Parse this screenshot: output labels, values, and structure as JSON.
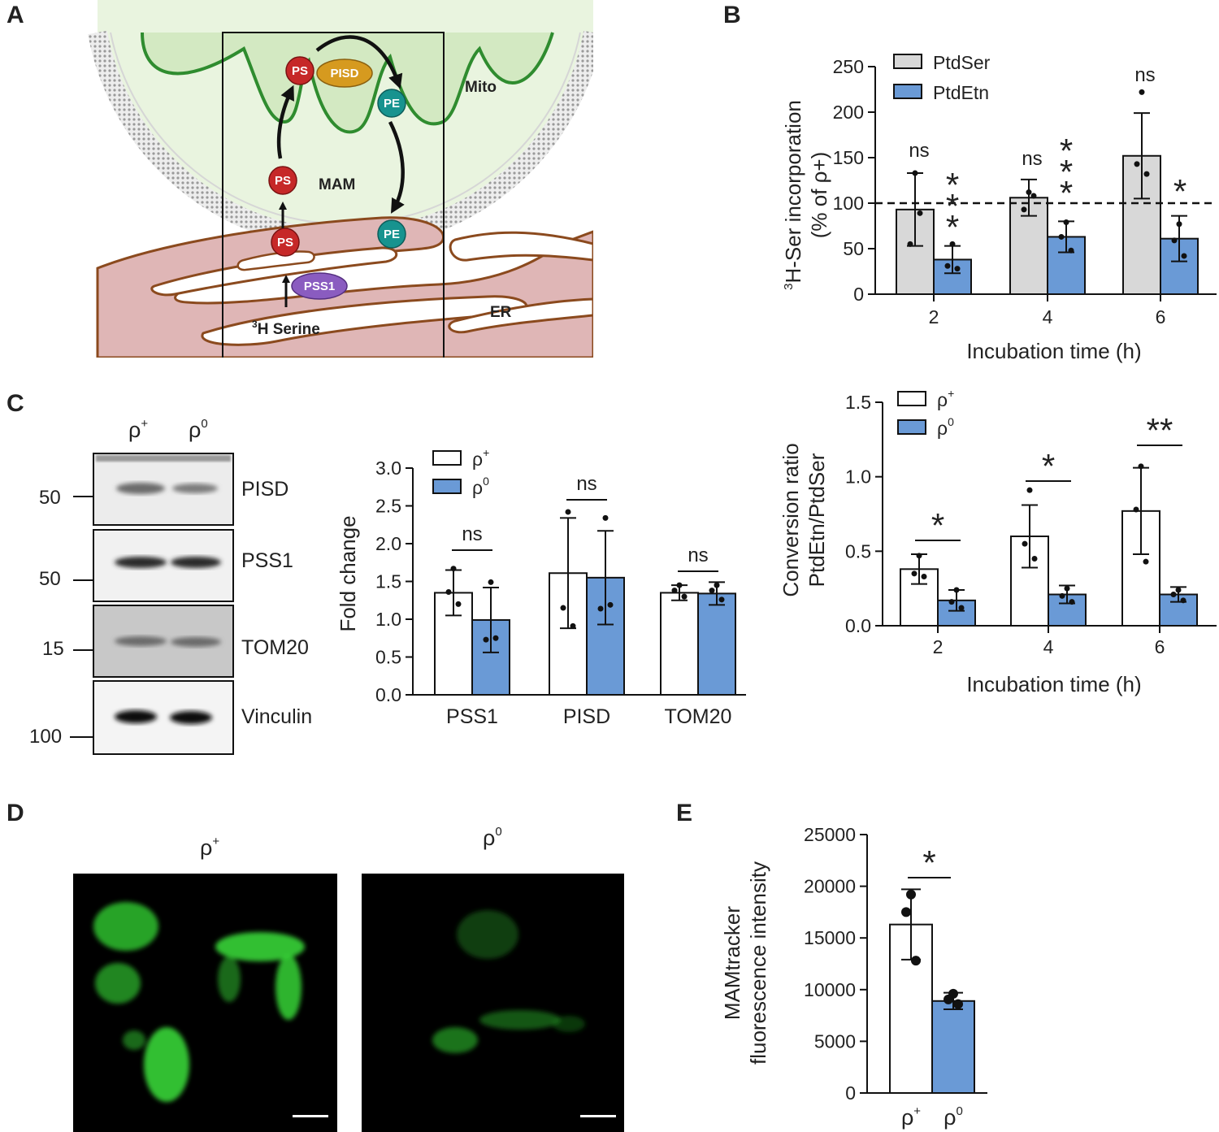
{
  "colors": {
    "rho_plus_fill": "#ffffff",
    "rho_zero_fill": "#6a9ad6",
    "ptdser_fill": "#d8d8d8",
    "ptdetn_fill": "#6a9ad6",
    "er_fill": "#dfb6b6",
    "er_outline": "#8b4a1e",
    "mito_fill": "#d8edc8",
    "mito_outline": "#2f8c2f",
    "ps_red": "#c62828",
    "pe_teal": "#17938f",
    "pisd_gold": "#d69a1f",
    "pss1_purple": "#8a5cc0",
    "confocal_green": "#3cd23c"
  },
  "panels": {
    "a": "A",
    "b": "B",
    "c": "C",
    "d": "D",
    "e": "E"
  },
  "diagram": {
    "ps": "PS",
    "pe": "PE",
    "pisd": "PISD",
    "pss1": "PSS1",
    "mito": "Mito",
    "mam": "MAM",
    "er": "ER",
    "serine_sup": "3",
    "serine": "H Serine"
  },
  "chart_data": [
    {
      "id": "B",
      "type": "bar",
      "categories": [
        "2",
        "4",
        "6"
      ],
      "xlabel": "Incubation time (h)",
      "ylabel_sup": "3",
      "ylabel_line1": "H-Ser incorporation",
      "ylabel_line2": "(% of ρ+)",
      "ylim": [
        0,
        250
      ],
      "yticks": [
        "0",
        "50",
        "100",
        "150",
        "200",
        "250"
      ],
      "reference_line": 100,
      "legend": [
        "PtdSer",
        "PtdEtn"
      ],
      "series": [
        {
          "name": "PtdSer",
          "values": [
            93,
            106,
            152
          ],
          "errors": [
            40,
            20,
            47
          ],
          "points": [
            [
              133,
              55,
              89
            ],
            [
              112,
              93,
              108
            ],
            [
              222,
              143,
              132
            ]
          ]
        },
        {
          "name": "PtdEtn",
          "values": [
            38,
            63,
            61
          ],
          "errors": [
            15,
            17,
            25
          ],
          "points": [
            [
              55,
              31,
              28
            ],
            [
              79,
              63,
              48
            ],
            [
              77,
              59,
              42
            ]
          ]
        }
      ],
      "significance_labels": [
        {
          "category": "2",
          "series": "PtdSer",
          "text": "ns"
        },
        {
          "category": "2",
          "series": "PtdEtn",
          "text": "***"
        },
        {
          "category": "4",
          "series": "PtdSer",
          "text": "ns"
        },
        {
          "category": "4",
          "series": "PtdEtn",
          "text": "***"
        },
        {
          "category": "6",
          "series": "PtdSer",
          "text": "ns"
        },
        {
          "category": "6",
          "series": "PtdEtn",
          "text": "*"
        }
      ]
    },
    {
      "id": "C-right",
      "type": "bar",
      "categories": [
        "2",
        "4",
        "6"
      ],
      "xlabel": "Incubation time (h)",
      "ylabel_line1": "Conversion ratio",
      "ylabel_line2": "PtdEtn/PtdSer",
      "ylim": [
        0,
        1.5
      ],
      "yticks": [
        "0.0",
        "0.5",
        "1.0",
        "1.5"
      ],
      "legend": [
        "ρ+",
        "ρ0"
      ],
      "series": [
        {
          "name": "ρ+",
          "values": [
            0.38,
            0.6,
            0.77
          ],
          "errors": [
            0.1,
            0.21,
            0.29
          ],
          "points": [
            [
              0.47,
              0.35,
              0.33
            ],
            [
              0.91,
              0.55,
              0.45
            ],
            [
              1.07,
              0.78,
              0.43
            ]
          ]
        },
        {
          "name": "ρ0",
          "values": [
            0.17,
            0.21,
            0.21
          ],
          "errors": [
            0.07,
            0.06,
            0.05
          ],
          "points": [
            [
              0.24,
              0.16,
              0.12
            ],
            [
              0.25,
              0.2,
              0.16
            ],
            [
              0.24,
              0.21,
              0.17
            ]
          ]
        }
      ],
      "significance_labels": [
        "*",
        "*",
        "**"
      ]
    },
    {
      "id": "C-middle",
      "type": "bar",
      "categories": [
        "PSS1",
        "PISD",
        "TOM20"
      ],
      "ylabel": "Fold change",
      "ylim": [
        0,
        3.0
      ],
      "yticks": [
        "0.0",
        "0.5",
        "1.0",
        "1.5",
        "2.0",
        "2.5",
        "3.0"
      ],
      "legend": [
        "ρ+",
        "ρ0"
      ],
      "series": [
        {
          "name": "ρ+",
          "values": [
            1.35,
            1.61,
            1.35
          ],
          "errors": [
            0.3,
            0.73,
            0.1
          ],
          "points": [
            [
              1.67,
              1.36,
              1.2
            ],
            [
              2.42,
              1.15,
              0.91
            ],
            [
              1.45,
              1.38,
              1.3
            ]
          ]
        },
        {
          "name": "ρ0",
          "values": [
            0.99,
            1.55,
            1.34
          ],
          "errors": [
            0.43,
            0.62,
            0.15
          ],
          "points": [
            [
              1.49,
              0.73,
              0.75
            ],
            [
              2.34,
              1.14,
              1.19
            ],
            [
              1.45,
              1.38,
              1.26
            ]
          ]
        }
      ],
      "significance_labels": [
        "ns",
        "ns",
        "ns"
      ]
    },
    {
      "id": "E",
      "type": "bar",
      "categories": [
        "ρ+",
        "ρ0"
      ],
      "ylabel_line1": "MAMtracker",
      "ylabel_line2": "fluorescence intensity",
      "ylim": [
        0,
        25000
      ],
      "yticks": [
        "0",
        "5000",
        "10000",
        "15000",
        "20000",
        "25000"
      ],
      "values": [
        16300,
        8900
      ],
      "errors": [
        3400,
        800
      ],
      "points": [
        [
          19200,
          17500,
          12800
        ],
        [
          9600,
          9050,
          8600
        ]
      ],
      "significance_labels": [
        "*"
      ]
    }
  ],
  "western_blot": {
    "lanes": [
      "ρ",
      "ρ"
    ],
    "lane_sups": [
      "+",
      "0"
    ],
    "bands": [
      {
        "name": "PISD",
        "mw": "50"
      },
      {
        "name": "PSS1",
        "mw": "50"
      },
      {
        "name": "TOM20",
        "mw": "15"
      },
      {
        "name": "Vinculin",
        "mw": "100"
      }
    ]
  },
  "confocal": {
    "left_base": "ρ",
    "left_sup": "+",
    "right_base": "ρ",
    "right_sup": "0"
  }
}
